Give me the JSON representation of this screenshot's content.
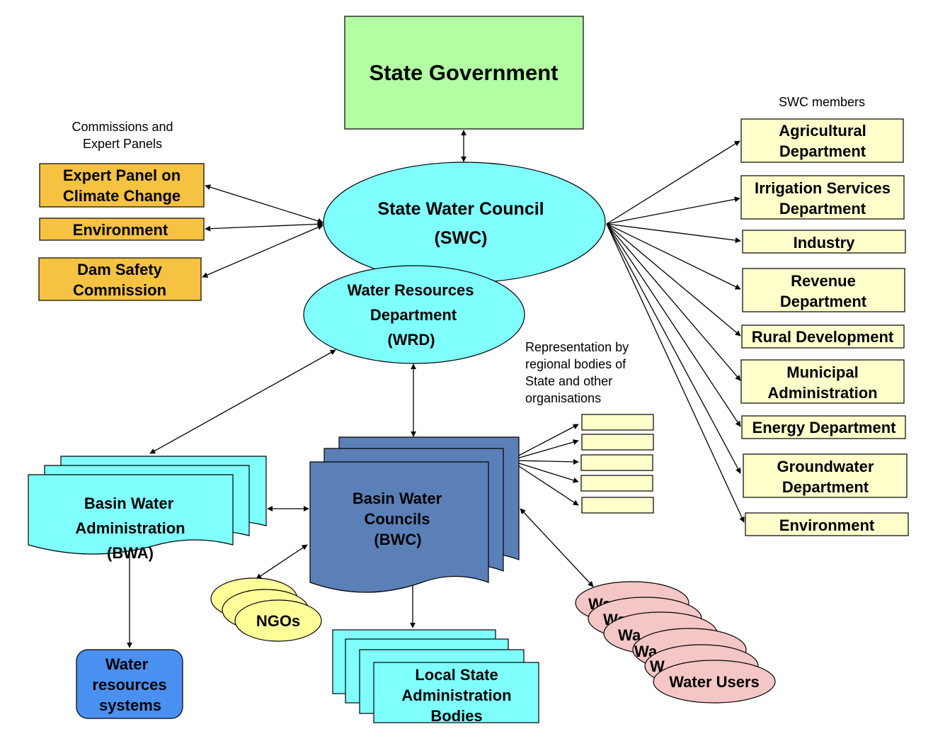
{
  "state_government": "State Government",
  "swc": {
    "line1": "State Water Council",
    "line2": "(SWC)"
  },
  "wrd": {
    "line1": "Water Resources",
    "line2": "Department",
    "line3": "(WRD)"
  },
  "commissions": {
    "heading_line1": "Commissions and",
    "heading_line2": "Expert Panels",
    "items": [
      {
        "line1": "Expert Panel on",
        "line2": "Climate Change"
      },
      {
        "line1": "Environment"
      },
      {
        "line1": "Dam Safety",
        "line2": "Commission"
      }
    ]
  },
  "swc_members": {
    "heading": "SWC members",
    "items": [
      {
        "line1": "Agricultural",
        "line2": "Department"
      },
      {
        "line1": "Irrigation Services",
        "line2": "Department"
      },
      {
        "line1": "Industry"
      },
      {
        "line1": "Revenue",
        "line2": "Department"
      },
      {
        "line1": "Rural Development"
      },
      {
        "line1": "Municipal",
        "line2": "Administration"
      },
      {
        "line1": "Energy Department"
      },
      {
        "line1": "Groundwater",
        "line2": "Department"
      },
      {
        "line1": "Environment"
      }
    ]
  },
  "representation": {
    "line1": "Representation by",
    "line2": "regional bodies of",
    "line3": "State and other",
    "line4": "organisations"
  },
  "bwa": {
    "line1": "Basin Water",
    "line2": "Administration",
    "line3": "(BWA)"
  },
  "bwc": {
    "line1": "Basin Water",
    "line2": "Councils",
    "line3": "(BWC)"
  },
  "ngos": "NGOs",
  "water_systems": {
    "line1": "Water",
    "line2": "resources",
    "line3": "systems"
  },
  "local_state": {
    "line1": "Local State",
    "line2": "Administration",
    "line3": "Bodies"
  },
  "water_users": {
    "label": "Water Users",
    "back_fragments": [
      "Wa",
      "Wa",
      "Wa",
      "Wa",
      "W"
    ]
  },
  "colors": {
    "green_box": "#b3ffa3",
    "orange_box": "#f5c242",
    "cream_box": "#ffffcc",
    "cyan": "#80ffff",
    "basin_blue": "#5b80b8",
    "bright_blue": "#4a90f0",
    "yellow_ellipse": "#ffff99",
    "pink_ellipse": "#f5c6c6"
  }
}
